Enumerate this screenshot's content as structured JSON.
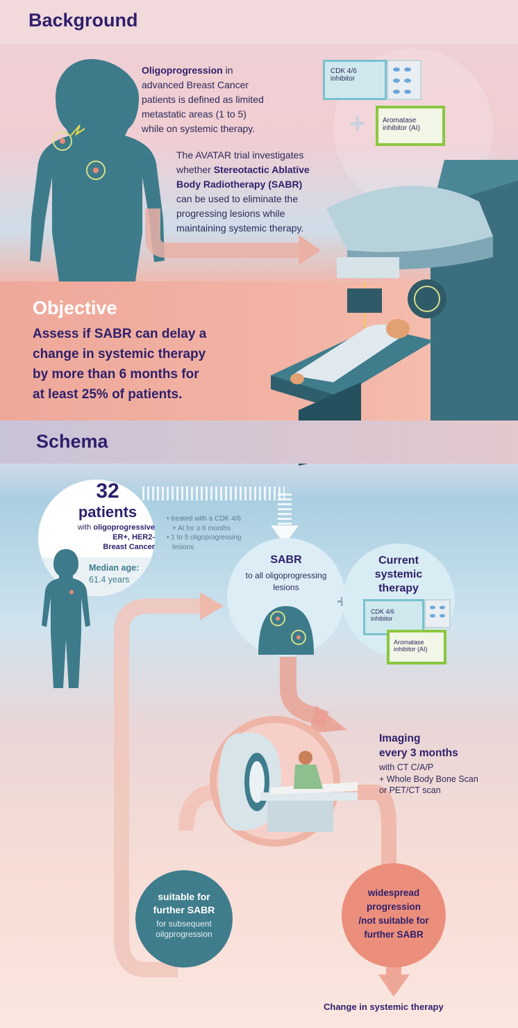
{
  "background": {
    "heading": "Background",
    "definition": {
      "bold": "Oligoprogression",
      "rest_line1": " in",
      "lines": [
        "advanced Breast Cancer",
        "patients is defined as limited",
        "metastatic areas (1 to 5)",
        "while on systemic therapy."
      ]
    },
    "avatar": {
      "line1": "The AVATAR trial investigates",
      "line2": "whether",
      "bold1": "Stereotactic Ablative",
      "bold2": "Body Radiotherapy (SABR)",
      "lines": [
        "can be used to eliminate the",
        "progressing lesions while",
        "maintaining systemic therapy."
      ]
    },
    "drugs": {
      "cdk": "CDK 4/6\ninhibitor",
      "ai": "Aromatase\ninhibitor (AI)",
      "plus": "+"
    }
  },
  "objective": {
    "heading": "Objective",
    "lines": [
      "Assess if SABR can delay a",
      "change in systemic therapy",
      "by more than 6 months for",
      "at least 25% of patients."
    ]
  },
  "schema": {
    "heading": "Schema",
    "patients": {
      "count": "32",
      "label": "patients",
      "with": "with",
      "bold1": "oligoprogressive",
      "bold2": "ER+, HER2-",
      "bold3": "Breast Cancer",
      "median_label": "Median age:",
      "median_value": "61.4 years"
    },
    "criteria": [
      "• treated with a CDK 4/6",
      "+ AI for ≥ 6 months",
      "• 1 to 5 oligoprogressing",
      "lesions"
    ],
    "sabr": {
      "title": "SABR",
      "line1": "to all oligoprogressing",
      "line2": "lesions"
    },
    "plus": "+",
    "current": {
      "line1": "Current",
      "line2": "systemic",
      "line3": "therapy",
      "cdk": "CDK 4/6\ninhibitor",
      "ai": "Aromatase\ninhibitor (AI)"
    },
    "imaging": {
      "title1": "Imaging",
      "title2": "every 3 months",
      "lines": [
        "with CT C/A/P",
        "+ Whole Body Bone Scan",
        "or PET/CT scan"
      ]
    },
    "suitable": {
      "bold1": "suitable for",
      "bold2": "further SABR",
      "line1": "for subsequent",
      "line2": "oilgprogression"
    },
    "widespread": {
      "lines": [
        "widespread",
        "progression",
        "/not suitable for",
        "further SABR"
      ]
    },
    "change": "Change in systemic therapy"
  },
  "colors": {
    "navy": "#2e1f6b",
    "teal": "#3f7c8c",
    "salmon": "#eb8f7c",
    "green": "#8cc63f"
  }
}
